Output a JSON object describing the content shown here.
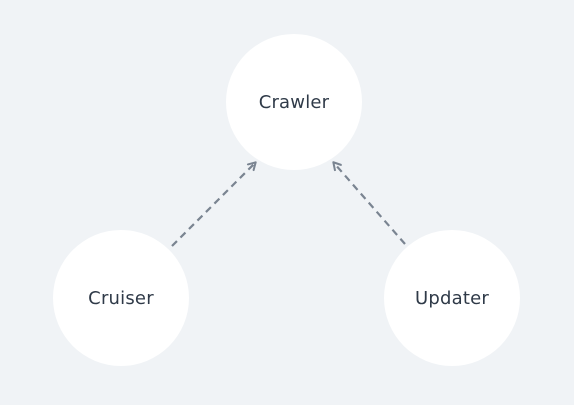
{
  "diagram": {
    "nodes": [
      {
        "id": "crawler",
        "label": "Crawler"
      },
      {
        "id": "cruiser",
        "label": "Cruiser"
      },
      {
        "id": "updater",
        "label": "Updater"
      }
    ],
    "edges": [
      {
        "from": "cruiser",
        "to": "crawler",
        "style": "dashed",
        "arrow": "end"
      },
      {
        "from": "updater",
        "to": "crawler",
        "style": "dashed",
        "arrow": "end"
      }
    ],
    "colors": {
      "background": "#f0f3f6",
      "node_fill": "#ffffff",
      "edge": "#7a8491",
      "text": "#2f3a48"
    }
  }
}
